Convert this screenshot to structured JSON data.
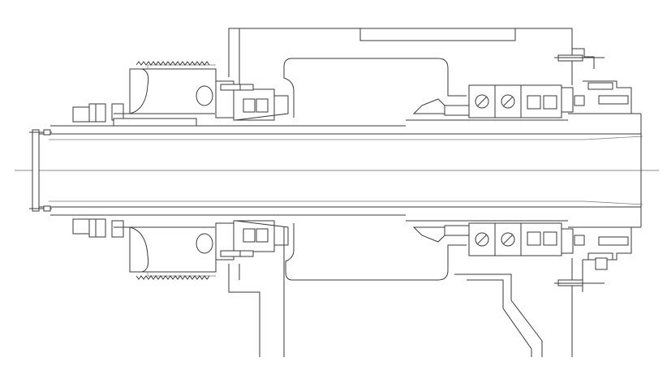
{
  "drawing": {
    "colors": {
      "line": "#3a3a3a",
      "thin": "#777777",
      "center": "#8a8a8a",
      "background": "#ffffff"
    },
    "components": [
      "spindle-shaft",
      "housing",
      "rear-nut",
      "seal-labyrinth",
      "gear-ring",
      "rear-cylindrical-roller-bearing",
      "front-angular-contact-bearings",
      "front-cylindrical-roller-bearing",
      "front-end-cap",
      "clamp-bolts"
    ]
  }
}
